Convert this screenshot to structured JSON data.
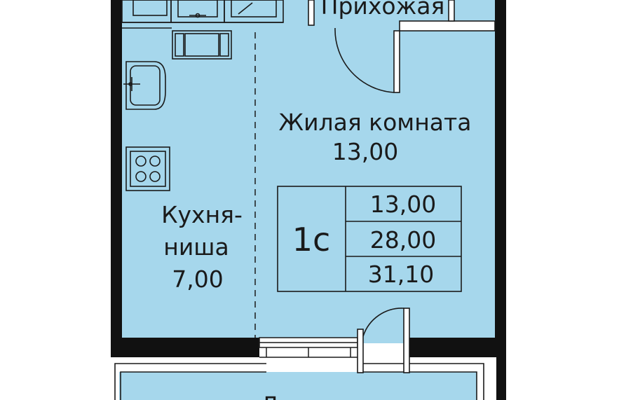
{
  "rooms": {
    "hallway": {
      "name": "Прихожая"
    },
    "living": {
      "name": "Жилая комната",
      "area": "13,00"
    },
    "kitchen": {
      "line1": "Кухня-",
      "line2": "ниша",
      "area": "7,00"
    },
    "balcony": {
      "name": "Л"
    }
  },
  "summary": {
    "type": "1с",
    "living_area": "13,00",
    "total_area": "28,00",
    "total_with_balcony": "31,10"
  },
  "colors": {
    "room_fill": "#a6d7ec",
    "wall": "#111111",
    "line": "#1a1a1a",
    "background": "#ffffff"
  }
}
